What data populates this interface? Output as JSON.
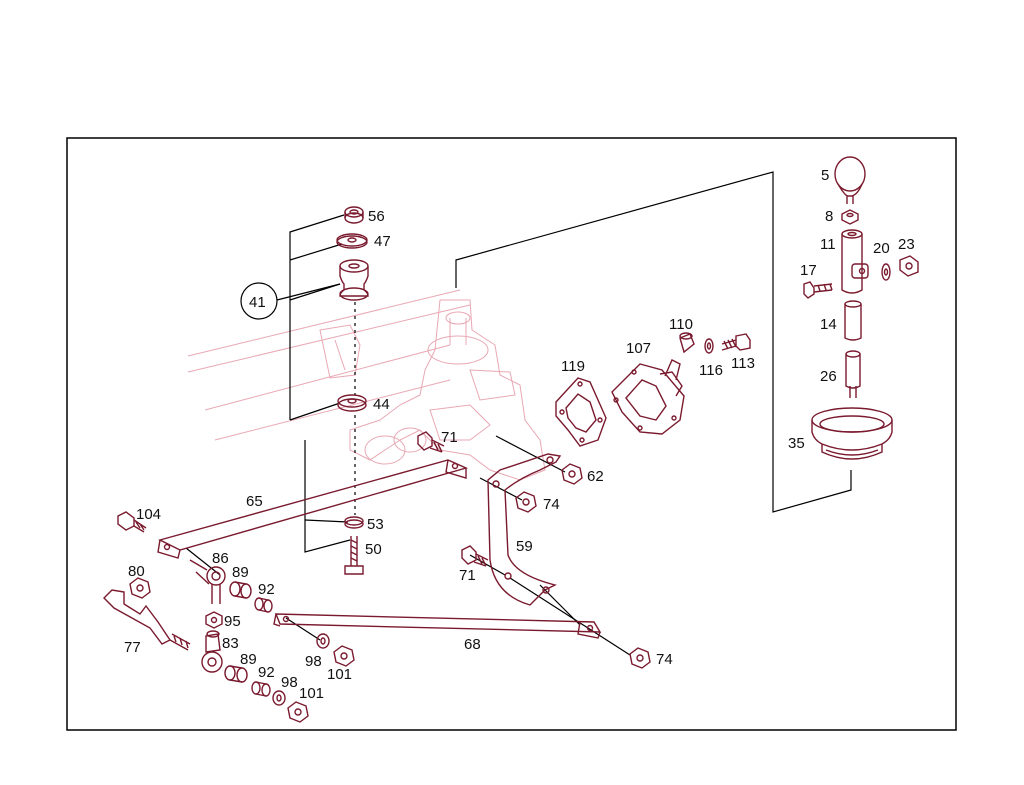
{
  "diagram": {
    "colors": {
      "frame": "#000000",
      "part_line": "#7a1a2e",
      "ghost": "#e8a8b4",
      "label": "#111111"
    },
    "callouts": [
      {
        "id": "l56",
        "text": "56"
      },
      {
        "id": "l47",
        "text": "47"
      },
      {
        "id": "l41",
        "text": "41"
      },
      {
        "id": "l44",
        "text": "44"
      },
      {
        "id": "l53",
        "text": "53"
      },
      {
        "id": "l50",
        "text": "50"
      },
      {
        "id": "l65",
        "text": "65"
      },
      {
        "id": "l104",
        "text": "104"
      },
      {
        "id": "l71a",
        "text": "71"
      },
      {
        "id": "l119",
        "text": "119"
      },
      {
        "id": "l107",
        "text": "107"
      },
      {
        "id": "l110",
        "text": "110"
      },
      {
        "id": "l116",
        "text": "116"
      },
      {
        "id": "l113",
        "text": "113"
      },
      {
        "id": "l62",
        "text": "62"
      },
      {
        "id": "l74a",
        "text": "74"
      },
      {
        "id": "l59",
        "text": "59"
      },
      {
        "id": "l71b",
        "text": "71"
      },
      {
        "id": "l74b",
        "text": "74"
      },
      {
        "id": "l68",
        "text": "68"
      },
      {
        "id": "l5",
        "text": "5"
      },
      {
        "id": "l8",
        "text": "8"
      },
      {
        "id": "l11",
        "text": "11"
      },
      {
        "id": "l20",
        "text": "20"
      },
      {
        "id": "l23",
        "text": "23"
      },
      {
        "id": "l17",
        "text": "17"
      },
      {
        "id": "l14",
        "text": "14"
      },
      {
        "id": "l26",
        "text": "26"
      },
      {
        "id": "l35",
        "text": "35"
      },
      {
        "id": "l80",
        "text": "80"
      },
      {
        "id": "l86",
        "text": "86"
      },
      {
        "id": "l89a",
        "text": "89"
      },
      {
        "id": "l92a",
        "text": "92"
      },
      {
        "id": "l95",
        "text": "95"
      },
      {
        "id": "l83",
        "text": "83"
      },
      {
        "id": "l77",
        "text": "77"
      },
      {
        "id": "l98a",
        "text": "98"
      },
      {
        "id": "l101a",
        "text": "101"
      },
      {
        "id": "l89b",
        "text": "89"
      },
      {
        "id": "l92b",
        "text": "92"
      },
      {
        "id": "l98b",
        "text": "98"
      },
      {
        "id": "l101b",
        "text": "101"
      }
    ]
  }
}
